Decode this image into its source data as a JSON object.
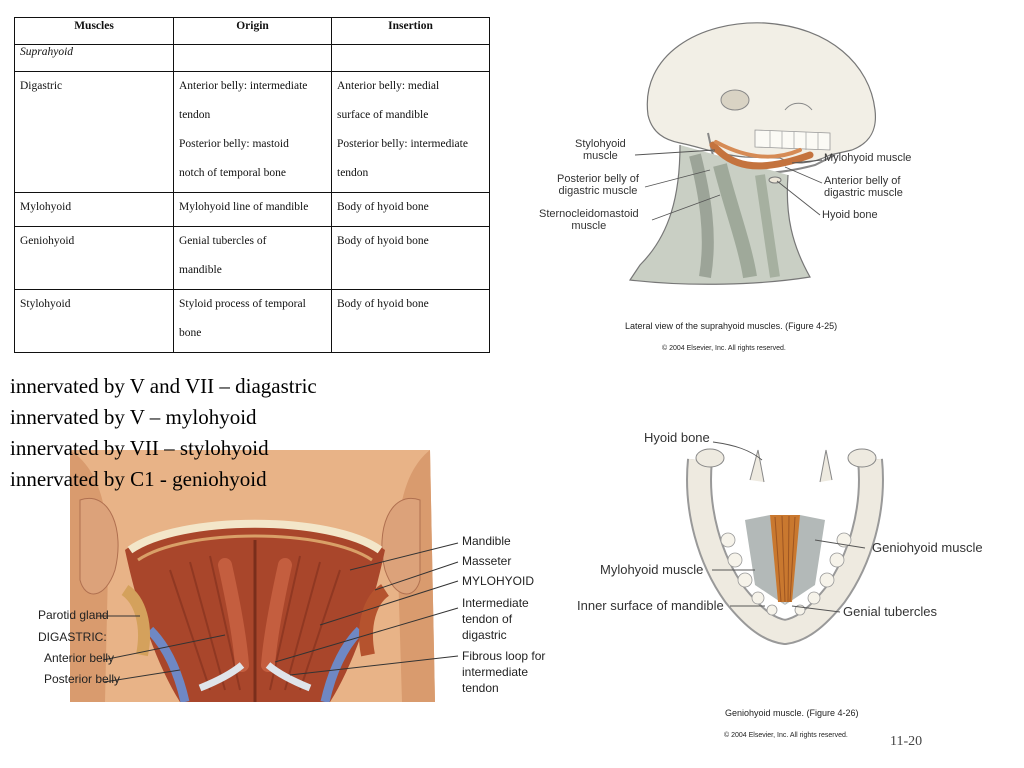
{
  "table": {
    "headers": {
      "muscles": "Muscles",
      "origin": "Origin",
      "insertion": "Insertion"
    },
    "group_label": "Suprahyoid",
    "rows": [
      {
        "muscle": "Digastric",
        "origin": "Anterior belly: intermediate\ntendon\nPosterior belly: mastoid\nnotch of temporal bone",
        "insertion": "Anterior belly: medial\nsurface of mandible\nPosterior belly: intermediate\ntendon"
      },
      {
        "muscle": "Mylohyoid",
        "origin": "Mylohyoid line of mandible",
        "insertion": "Body of hyoid bone"
      },
      {
        "muscle": "Geniohyoid",
        "origin": "Genial tubercles of\nmandible",
        "insertion": "Body of hyoid bone"
      },
      {
        "muscle": "Stylohyoid",
        "origin": "Styloid process of temporal\nbone",
        "insertion": "Body of hyoid bone"
      }
    ]
  },
  "innervation": [
    "innervated by V and VII – diagastric",
    "innervated by V – mylohyoid",
    "innervated by VII – stylohyoid",
    "innervated by C1 - geniohyoid"
  ],
  "figure_lateral": {
    "labels": {
      "stylohyoid": "Stylohyoid\nmuscle",
      "posterior_belly": "Posterior belly of\ndigastric muscle",
      "sternocleidomastoid": "Sternocleidomastoid\nmuscle",
      "mylohyoid": "Mylohyoid muscle",
      "anterior_belly": "Anterior belly of\ndigastric muscle",
      "hyoid": "Hyoid bone"
    },
    "caption": "Lateral view of the suprahyoid muscles. (Figure 4-25)",
    "copyright": "© 2004 Elsevier, Inc.  All rights reserved."
  },
  "figure_inferior": {
    "labels": {
      "parotid": "Parotid gland",
      "digastric": "DIGASTRIC:",
      "anterior_belly": "Anterior belly",
      "posterior_belly": "Posterior belly",
      "mandible": "Mandible",
      "masseter": "Masseter",
      "mylohyoid": "MYLOHYOID",
      "intermediate_tendon": "Intermediate\ntendon of\ndigastric",
      "fibrous_loop": "Fibrous loop for\nintermediate\ntendon"
    }
  },
  "figure_geniohyoid": {
    "labels": {
      "hyoid": "Hyoid bone",
      "geniohyoid": "Geniohyoid muscle",
      "mylohyoid": "Mylohyoid muscle",
      "inner_surface": "Inner surface of mandible",
      "genial_tubercles": "Genial tubercles"
    },
    "caption": "Geniohyoid muscle. (Figure 4-26)",
    "copyright": "© 2004 Elsevier, Inc.  All rights reserved."
  },
  "page_number": "11-20",
  "colors": {
    "muscle": "#b5532e",
    "bone": "#ede7d9",
    "skin": "#e2a679"
  }
}
